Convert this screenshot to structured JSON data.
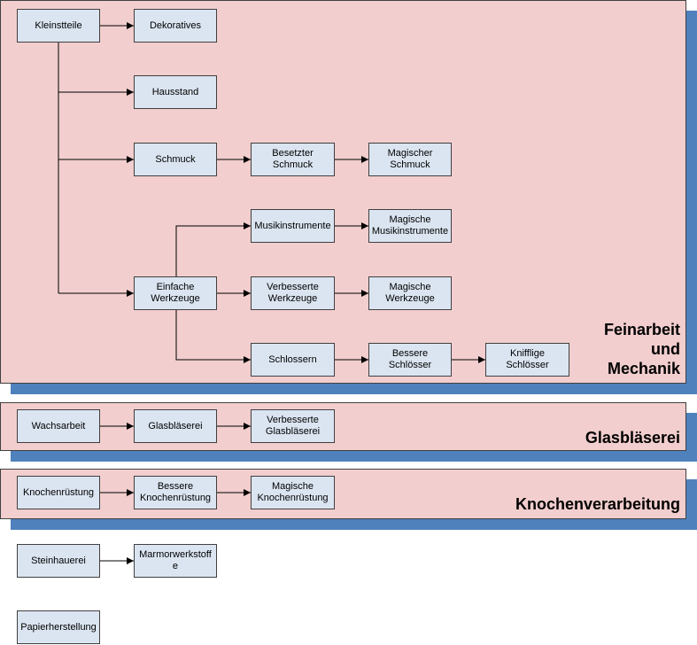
{
  "groups": {
    "feinarbeit": {
      "title": "Feinarbeit\nund\nMechanik"
    },
    "glasblaeserei": {
      "title": "Glasbläserei"
    },
    "knochen": {
      "title": "Knochenverarbeitung"
    }
  },
  "nodes": {
    "kleinstteile": "Kleinstteile",
    "dekoratives": "Dekoratives",
    "hausstand": "Hausstand",
    "schmuck": "Schmuck",
    "besetzter_schmuck": "Besetzter\nSchmuck",
    "magischer_schmuck": "Magischer\nSchmuck",
    "musikinstrumente": "Musikinstrumente",
    "magische_musikinstrumente": "Magische\nMusikinstrumente",
    "einfache_werkzeuge": "Einfache\nWerkzeuge",
    "verbesserte_werkzeuge": "Verbesserte\nWerkzeuge",
    "magische_werkzeuge": "Magische\nWerkzeuge",
    "schlossern": "Schlossern",
    "bessere_schloesser": "Bessere\nSchlösser",
    "knifflige_schloesser": "Knifflige\nSchlösser",
    "wachsarbeit": "Wachsarbeit",
    "glasblaeserei": "Glasbläserei",
    "verbesserte_glasblaeserei": "Verbesserte\nGlasbläserei",
    "knochenruestung": "Knochenrüstung",
    "bessere_knochenruestung": "Bessere\nKnochenrüstung",
    "magische_knochenruestung": "Magische\nKnochenrüstung",
    "steinhauerei": "Steinhauerei",
    "marmorwerkstoffe": "Marmorwerkstoff\ne",
    "papierherstellung": "Papierherstellung"
  },
  "colors": {
    "group_fill": "#f2cece",
    "group_shadow": "#4f81bd",
    "node_fill": "#dbe5f1",
    "border": "#404040"
  }
}
